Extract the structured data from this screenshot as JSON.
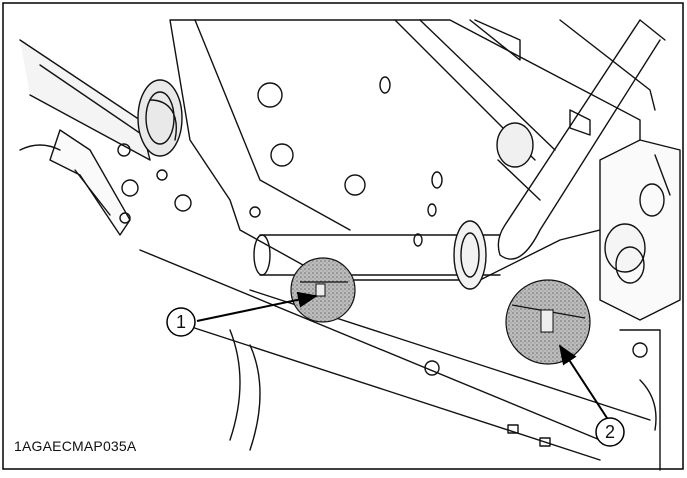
{
  "figure": {
    "id_label": "1AGAECMAP035A",
    "callouts": [
      {
        "number": "1"
      },
      {
        "number": "2"
      }
    ]
  }
}
